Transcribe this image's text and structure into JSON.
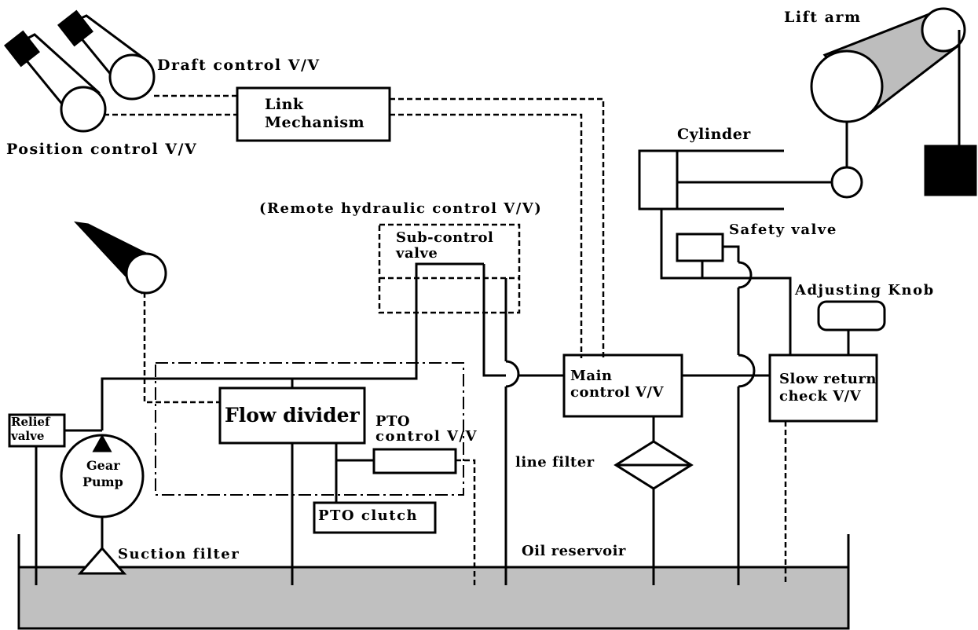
{
  "labels": {
    "lift_arm": "Lift arm",
    "draft_control": "Draft control V/V",
    "position_control": "Position control V/V",
    "link_mechanism_1": "Link",
    "link_mechanism_2": "Mechanism",
    "cylinder": "Cylinder",
    "remote_hydraulic": "(Remote hydraulic control V/V)",
    "sub_control_1": "Sub-control",
    "sub_control_2": "valve",
    "safety_valve": "Safety valve",
    "adjusting_knob": "Adjusting Knob",
    "main_control_1": "Main",
    "main_control_2": "control V/V",
    "slow_return_1": "Slow return",
    "slow_return_2": "check V/V",
    "relief_valve_1": "Relief",
    "relief_valve_2": "valve",
    "gear_pump_1": "Gear",
    "gear_pump_2": "Pump",
    "flow_divider": "Flow divider",
    "pto_control_1": "PTO",
    "pto_control_2": "control V/V",
    "line_filter": "line filter",
    "pto_clutch": "PTO clutch",
    "suction_filter": "Suction filter",
    "oil_reservoir": "Oil reservoir"
  },
  "colors": {
    "line": "#000000",
    "reservoir_fill": "#c0c0c0",
    "lift_arm_fill": "#bdbdbd",
    "solid_block": "#000000"
  }
}
